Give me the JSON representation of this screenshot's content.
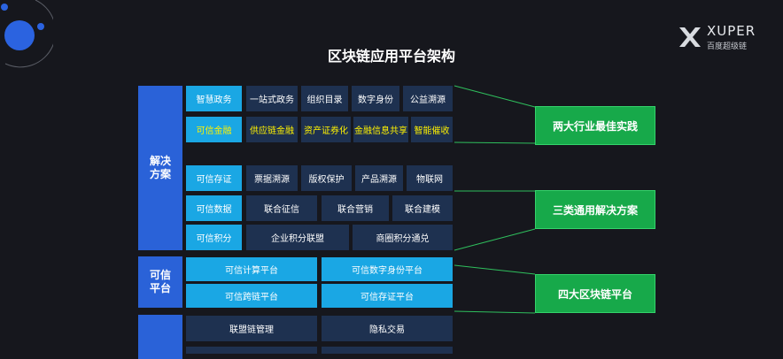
{
  "title": "区块链应用平台架构",
  "logo": {
    "name": "XUPER",
    "sub": "百度超级链"
  },
  "sections": {
    "solution": "解决方案",
    "platform": "可信平台"
  },
  "rows": {
    "r1": [
      "智慧政务",
      "一站式政务",
      "组织目录",
      "数字身份",
      "公益溯源"
    ],
    "r2": [
      "可信金融",
      "供应链金融",
      "资产证券化",
      "金融信息共享",
      "智能催收"
    ],
    "r3": [
      "可信存证",
      "票据溯源",
      "版权保护",
      "产品溯源",
      "物联网"
    ],
    "r4": [
      "可信数据",
      "联合征信",
      "联合营销",
      "联合建模"
    ],
    "r5": [
      "可信积分",
      "企业积分联盟",
      "商圈积分通兑"
    ],
    "p1": [
      "可信计算平台",
      "可信数字身份平台"
    ],
    "p2": [
      "可信跨链平台",
      "可信存证平台"
    ],
    "b1": [
      "联盟链管理",
      "隐私交易"
    ]
  },
  "callouts": [
    "两大行业最佳实践",
    "三类通用解决方案",
    "四大区块链平台"
  ],
  "colors": {
    "background": "#16171d",
    "side_blue": "#2a62d8",
    "cell_navy": "#1e3150",
    "cell_cyan": "#1aa7e4",
    "highlight_yellow": "#fff200",
    "callout_green": "#17a94a"
  }
}
